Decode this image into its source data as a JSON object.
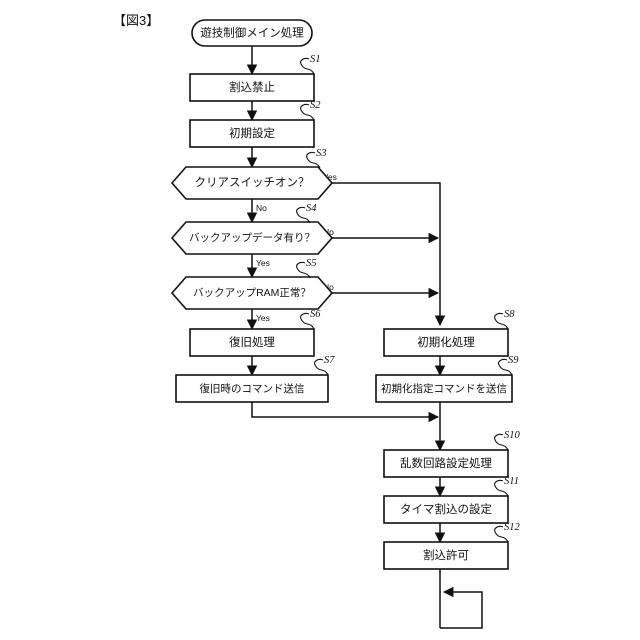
{
  "figure": {
    "title": "【図3】",
    "start_node": {
      "label": "遊技制御メイン処理"
    },
    "nodes": [
      {
        "id": "S1",
        "step": "S1",
        "label": "割込禁止",
        "type": "process"
      },
      {
        "id": "S2",
        "step": "S2",
        "label": "初期設定",
        "type": "process"
      },
      {
        "id": "S3",
        "step": "S3",
        "label": "クリアスイッチオン？",
        "type": "decision"
      },
      {
        "id": "S4",
        "step": "S4",
        "label": "バックアップデータ有り？",
        "type": "decision"
      },
      {
        "id": "S5",
        "step": "S5",
        "label": "バックアップRAM正常？",
        "type": "decision"
      },
      {
        "id": "S6",
        "step": "S6",
        "label": "復旧処理",
        "type": "process"
      },
      {
        "id": "S7",
        "step": "S7",
        "label": "復旧時のコマンド送信",
        "type": "process"
      },
      {
        "id": "S8",
        "step": "S8",
        "label": "初期化処理",
        "type": "process"
      },
      {
        "id": "S9",
        "step": "S9",
        "label": "初期化指定コマンドを送信",
        "type": "process"
      },
      {
        "id": "S10",
        "step": "S10",
        "label": "乱数回路設定処理",
        "type": "process"
      },
      {
        "id": "S11",
        "step": "S11",
        "label": "タイマ割込の設定",
        "type": "process"
      },
      {
        "id": "S12",
        "step": "S12",
        "label": "割込許可",
        "type": "process"
      }
    ],
    "branch_labels": {
      "s3_yes": "Yes",
      "s3_no": "No",
      "s4_no": "No",
      "s4_yes": "Yes",
      "s5_no": "No",
      "s5_yes": "Yes"
    },
    "colors": {
      "stroke": "#111111",
      "fill": "#ffffff",
      "background": "#ffffff"
    }
  }
}
